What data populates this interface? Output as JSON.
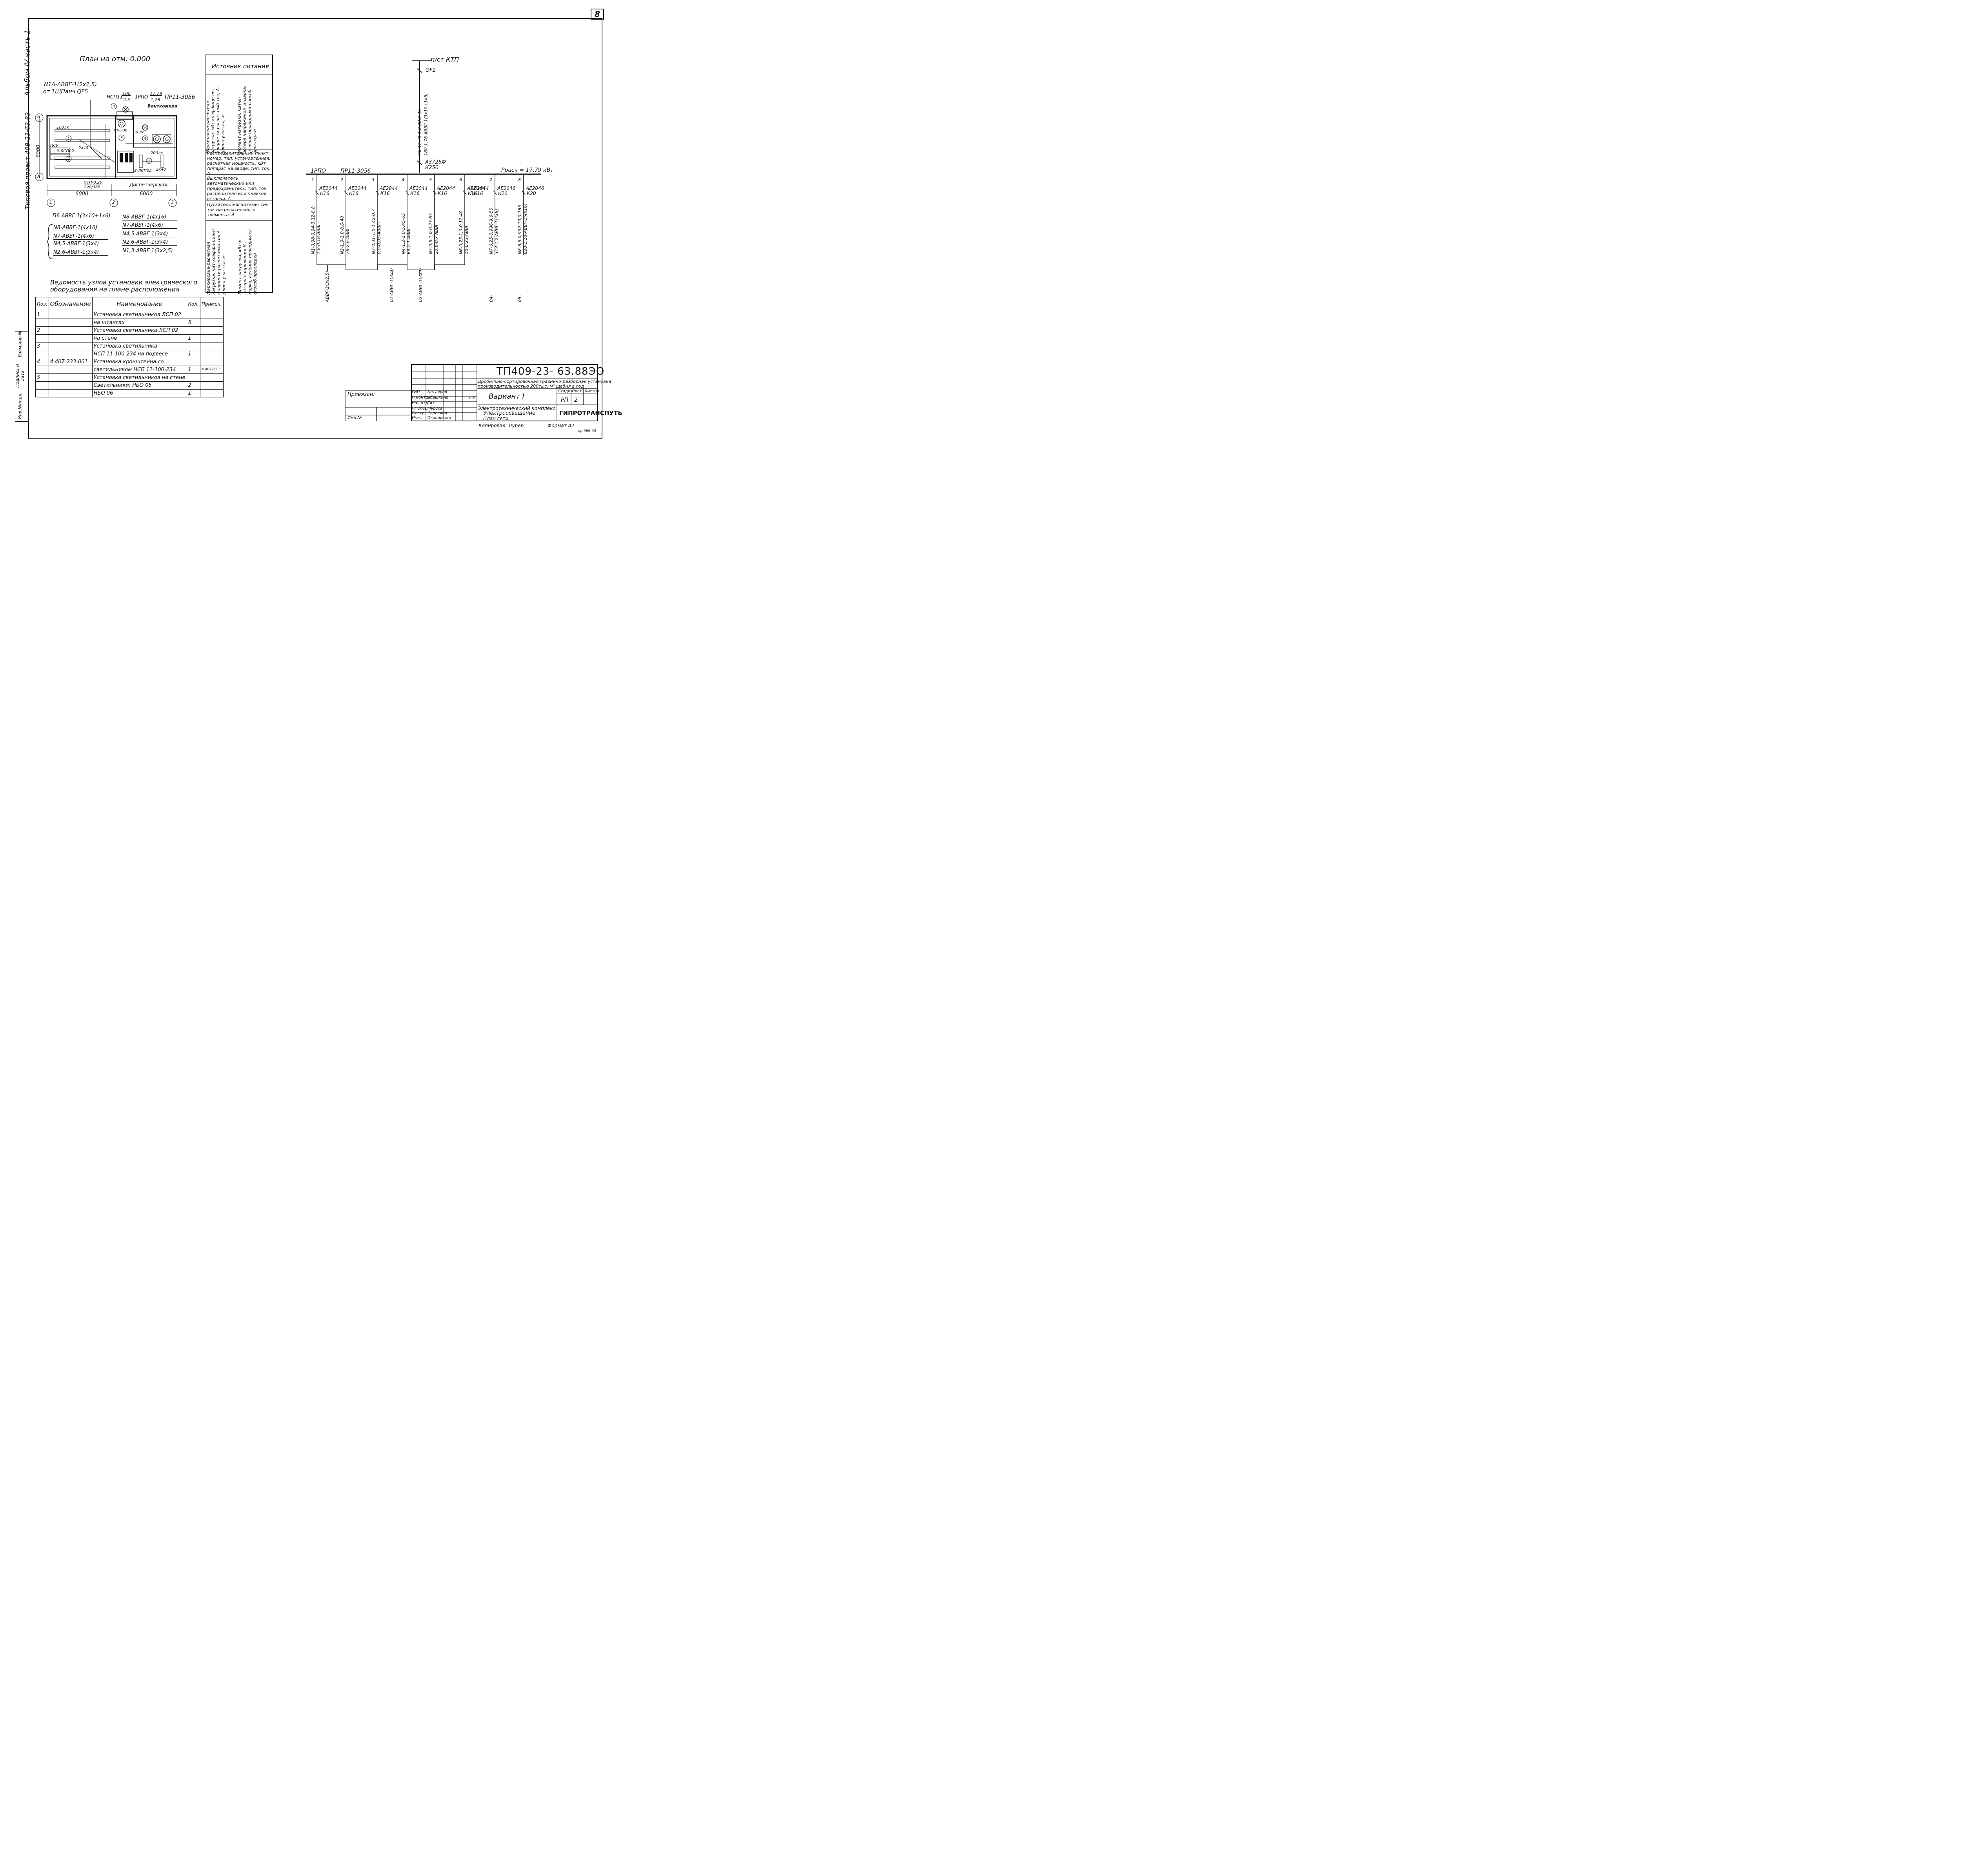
{
  "sheet": {
    "number": "8"
  },
  "margin": {
    "album": "Альбом IV часть 1",
    "project": "Типовой проект 409-23-63.83",
    "stamp": [
      "Инв.№подл.",
      "Подпись и дата",
      "Взам.инв.№"
    ]
  },
  "plan": {
    "title": "План на отм. 0.000",
    "feed_label_1": "N1А-АВВГ-1(2х2,5)",
    "feed_label_2": "от 1ЩПанч QF5",
    "lamp_label": "НСП11",
    "lamp_frac_top": "100",
    "lamp_frac_bottom": "2,5",
    "rpo_label": "1РПО",
    "rpo_frac_top": "17,79",
    "rpo_frac_bottom": "1,78",
    "rpo_type": "ПР11-3056",
    "room_vent": "Венткамера",
    "room_disp": "Диспетчерская",
    "room_psu": "ПСУ",
    "axis_rows": [
      "Б",
      "А"
    ],
    "axis_cols": [
      "1",
      "2",
      "3"
    ],
    "dim_height": "6000",
    "dim_span": "6000",
    "labels": [
      "100лк",
      "3-ЛСП02",
      "2х40",
      "1А",
      "НБО06",
      "100",
      "20лк",
      "НСП11-100",
      "3-ЛСП02",
      "2х40",
      "200лк",
      "ЯТП-0,25",
      "220/36В"
    ],
    "cables_left": [
      "П6-АВВГ-1(3х10+1х6)",
      "N8-АВВГ-1(4х16)",
      "N7-АВВГ-1(4х6)",
      "N4,5-АВВГ-1(3х4)",
      "N2,6-АВВГ-1(3х4)"
    ],
    "cables_right": [
      "N8-АВВГ-1(4х16)",
      "N7-АВВГ-1(4х6)",
      "N4,5-АВВГ-1(3х4)",
      "N2,6-АВВГ-1(3х4)",
      "N1,3-АВВГ-1(3х2,5)"
    ]
  },
  "legend": {
    "header": "Источник питания",
    "top_rot_1": "Маркировка-расчетная нагрузка, кВт-коэффици-ент мощности-расчет-ный ток, А-длина участка, м",
    "top_rot_2": "Момент нагрузки, кВт·м-потеря напряжения %-марка, сечение проводника-способ прокладки",
    "row1": "Распределительный пункт номер, тип, установленная, расчетная мощность, кВт Аппарат на вводе: тип, ток А",
    "row2": "Выключатель автоматический или предохранитель: тип, ток расцепителя или плавкой вставки, А",
    "row3": "Пускатель магнитный: тип ток нагревательного элемента, А",
    "bot_rot_1": "Маркировка-расчетная нагрузка, кВт-коэффи-циент мощности-расчет-ный ток А длина участка, м",
    "bot_rot_2": "Момент нагрузки, кВт·м-потеря напряжения %-марка, сечение проводни-ка способ прокладки"
  },
  "schematic": {
    "source": "п/ст КТП",
    "qf": "QF2",
    "feed_1": "П6-17,79-1,0-28,0-45",
    "feed_2": "180-1,76-АВВГ-1(3х10+1х6)",
    "breaker_main": "А3726Ф",
    "breaker_main_rating": "К250",
    "rpo": "1РПО",
    "rpo_type": "ПР11-3056",
    "p_calc": "Ррасч = 17,79 кВт",
    "breakers": [
      {
        "n": "1",
        "type": "АЕ2044",
        "rating": "К16",
        "line1": "N1-0,98-0,94-3,12-0,8",
        "line2": "1,8-0,18-АВВГ-",
        "out": "АВВГ-1(3х2,5)"
      },
      {
        "n": "2",
        "type": "АЕ2044",
        "rating": "К16",
        "line1": "N2-1,9-1,0-8,6-40",
        "line2": "76-2,6-АВВГ-",
        "out": ""
      },
      {
        "n": "3",
        "type": "АЕ2044",
        "rating": "К16",
        "line1": "N3-0,31-1,0-1,42-0,7",
        "line2": "0,9-0,05-АВВГ-",
        "out": "01-АВВГ-1(3х4)"
      },
      {
        "n": "4",
        "type": "АЕ2044",
        "rating": "К16",
        "line1": "N4-1,2-1,0-5,45-65",
        "line2": "63-2,1-АВВГ",
        "out": ""
      },
      {
        "n": "5",
        "type": "АЕ2044",
        "rating": "К16",
        "line1": "N5-0,5-1,0-0,23-65",
        "line2": "20,6-0,7 АВВГ",
        "out": "02-АВВГ-1(3х4)"
      },
      {
        "n": "6",
        "type": "АЕ2044",
        "rating": "К16",
        "line1": "N6-0,25-1,0-0,12-40",
        "line2": "10-0,23-АВВГ",
        "out": ""
      },
      {
        "n": "7",
        "type": "АЕ2046",
        "rating": "К20",
        "line1": "N7-6,25-0,996-9,6-50",
        "line2": "313-1,2-АВВГ-1(4х6)",
        "out": "04-"
      },
      {
        "n": "8",
        "type": "АЕ2046",
        "rating": "К20",
        "line1": "N8-6,5-0,992-10,0-165",
        "line2": "828-1,18-АВВГ-1(4х16)",
        "out": "05-"
      }
    ],
    "extra_type": "АЕ2044",
    "extra_rating": "К16"
  },
  "spec": {
    "title_1": "Ведомость узлов установки электрического",
    "title_2": "оборудования на плане расположения",
    "headers": [
      "Поз.",
      "Обозначение",
      "Наименование",
      "Кол.",
      "Примеч."
    ],
    "rows": [
      [
        "1",
        "",
        "Установка светильников ЛСП 02",
        "",
        ""
      ],
      [
        "",
        "",
        "на штангах",
        "5",
        ""
      ],
      [
        "2",
        "",
        "Установка светильника ЛСП 02",
        "",
        ""
      ],
      [
        "",
        "",
        "на стене",
        "1",
        ""
      ],
      [
        "3",
        "",
        "Установка светильника",
        "",
        ""
      ],
      [
        "",
        "",
        "НСП 11-100-234 на подвесе",
        "1",
        ""
      ],
      [
        "4",
        "4.407-233-001",
        "Установка кронштейна со",
        "",
        ""
      ],
      [
        "",
        "",
        "светильником НСП 11-100-234",
        "1",
        "4.407-233"
      ],
      [
        "5",
        "",
        "Установка светильников на стене",
        "",
        ""
      ],
      [
        "",
        "",
        "Светильники:     НБО 05",
        "2",
        ""
      ],
      [
        "",
        "",
        "                          НБО 06",
        "1",
        ""
      ]
    ]
  },
  "titleblock": {
    "code": "ТП409-23- 63.88ЭО",
    "descr_1": "Дробильно-сортировочная гравийно-разборная установка",
    "descr_2": "производительностью 200тыс. м³ щебня в год",
    "variant": "Вариант I",
    "sheet_title_1": "Электротехнический комплекс.",
    "sheet_title_2": "Электроосвещение.",
    "sheet_title_3": "План сети.",
    "stage_h": "Стадия",
    "list_h": "Лист",
    "lists_h": "Листов",
    "stage": "РП",
    "list": "2",
    "org": "ГИПРОТРАНСПУТЬ",
    "privyazan": "Привязан:",
    "inv": "Инв.№",
    "roles": [
      "ГИП",
      "Н.контр.",
      "Нач.отд.",
      "Гл.спец.",
      "Рук.гр.",
      "Инж."
    ],
    "names": [
      "Котляров",
      "Абашкина",
      "Гит",
      "Фурсов",
      "Серегина",
      "Огрощенко"
    ],
    "copied": "Копировал: Лурер",
    "format": "Формат А2",
    "corner": "ор.969-05",
    "number_small": "н.8"
  }
}
